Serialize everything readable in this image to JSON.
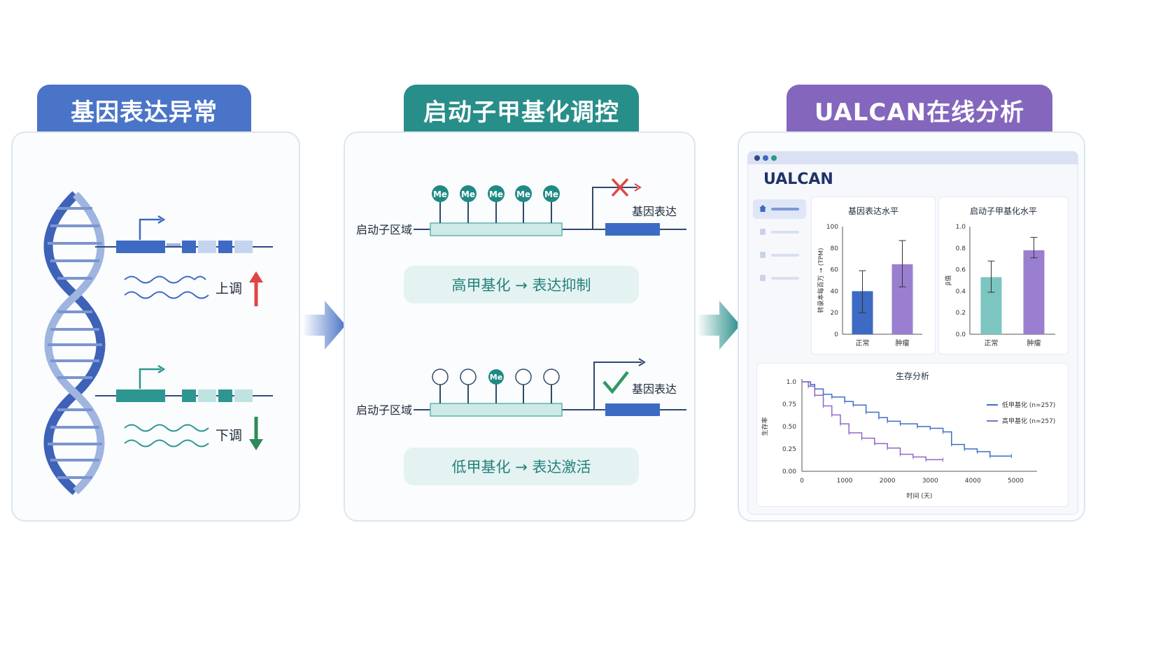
{
  "panels": [
    {
      "title": "基因表达异常",
      "color": "#4a74c8"
    },
    {
      "title": "启动子甲基化调控",
      "color": "#288e8a"
    },
    {
      "title": "UALCAN在线分析",
      "color": "#8466bd"
    }
  ],
  "expression": {
    "up_label": "上调",
    "down_label": "下调"
  },
  "methylation": {
    "promoter_label": "启动子区域",
    "gene_label": "基因表达",
    "me_label": "Me",
    "high_result": "高甲基化 → 表达抑制",
    "low_result": "低甲基化 → 表达激活"
  },
  "ualcan": {
    "app_title": "UALCAN",
    "expr_chart": {
      "title": "基因表达水平",
      "ylabel": "转录本每百万 → (TPM)",
      "ylim": [
        0,
        100
      ],
      "ticks": [
        "0",
        "20",
        "40",
        "60",
        "80",
        "100"
      ],
      "categories": [
        "正常",
        "肿瘤"
      ],
      "values": [
        40,
        65
      ],
      "errors": [
        [
          20,
          59
        ],
        [
          44,
          87
        ]
      ]
    },
    "meth_chart": {
      "title": "启动子甲基化水平",
      "ylabel": "β值",
      "ylim": [
        0,
        1.0
      ],
      "ticks": [
        "0.0",
        "0.2",
        "0.4",
        "0.6",
        "0.8",
        "1.0"
      ],
      "categories": [
        "正常",
        "肿瘤"
      ],
      "values": [
        0.53,
        0.78
      ],
      "errors": [
        [
          0.39,
          0.68
        ],
        [
          0.71,
          0.9
        ]
      ]
    },
    "survival": {
      "title": "生存分析",
      "ylabel": "生存率",
      "xlabel": "时间 (天)",
      "xticks": [
        "0",
        "1000",
        "2000",
        "3000",
        "4000",
        "5000"
      ],
      "yticks": [
        "0.00",
        "0.25",
        "0.50",
        "0.75",
        "1.0"
      ],
      "legend": [
        "低甲基化 (n=257)",
        "高甲基化 (n=257)"
      ]
    }
  },
  "chart_data": [
    {
      "type": "bar",
      "title": "基因表达水平",
      "ylabel": "转录本每百万 → (TPM)",
      "categories": [
        "正常",
        "肿瘤"
      ],
      "values": [
        40,
        65
      ],
      "ylim": [
        0,
        100
      ]
    },
    {
      "type": "bar",
      "title": "启动子甲基化水平",
      "ylabel": "β值",
      "categories": [
        "正常",
        "肿瘤"
      ],
      "values": [
        0.53,
        0.78
      ],
      "ylim": [
        0,
        1.0
      ]
    },
    {
      "type": "line",
      "title": "生存分析",
      "xlabel": "时间 (天)",
      "ylabel": "生存率",
      "xlim": [
        0,
        5500
      ],
      "ylim": [
        0,
        1.0
      ],
      "series": [
        {
          "name": "低甲基化 (n=257)",
          "color": "#3b6fc4",
          "x": [
            0,
            200,
            300,
            500,
            700,
            1000,
            1200,
            1500,
            1800,
            2000,
            2300,
            2700,
            3000,
            3300,
            3500,
            3800,
            4100,
            4400,
            4900
          ],
          "y": [
            1.0,
            0.97,
            0.92,
            0.86,
            0.83,
            0.78,
            0.74,
            0.66,
            0.6,
            0.56,
            0.53,
            0.5,
            0.48,
            0.44,
            0.3,
            0.25,
            0.22,
            0.17,
            0.17
          ]
        },
        {
          "name": "高甲基化 (n=257)",
          "color": "#9166c7",
          "x": [
            0,
            150,
            300,
            500,
            700,
            900,
            1100,
            1400,
            1700,
            2000,
            2300,
            2600,
            2900,
            3300
          ],
          "y": [
            1.0,
            0.95,
            0.85,
            0.73,
            0.63,
            0.53,
            0.43,
            0.37,
            0.31,
            0.26,
            0.19,
            0.16,
            0.13,
            0.13
          ]
        }
      ]
    }
  ]
}
